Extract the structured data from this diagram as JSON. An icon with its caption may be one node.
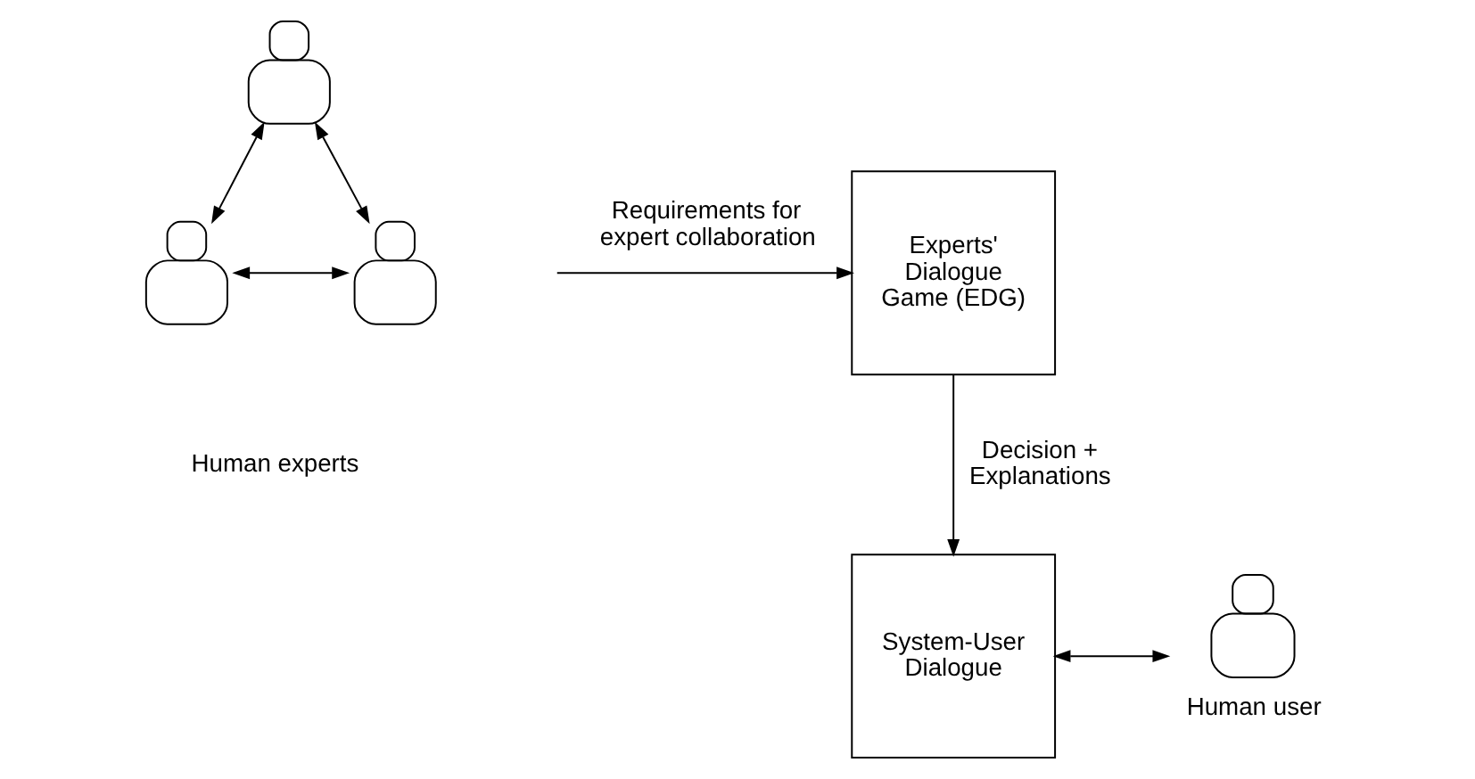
{
  "diagram": {
    "nodes": [
      {
        "text": [],
        "shape": "person"
      },
      {
        "text": [],
        "shape": "person"
      },
      {
        "text": [],
        "shape": "person"
      },
      {
        "text": [
          "Experts' Dialogue Game (EDG)"
        ]
      },
      {
        "text": [
          "System-User Dialogue"
        ]
      },
      {
        "text": [],
        "shape": "person",
        "beside": [
          "Human user"
        ]
      }
    ],
    "edges": [
      {
        "from": 0,
        "to": 1,
        "arrow": "both"
      },
      {
        "from": 0,
        "to": 2,
        "arrow": "both"
      },
      {
        "from": 1,
        "to": 2,
        "arrow": "both"
      },
      {
        "from": null,
        "to": 3,
        "arrow": "to",
        "label": "Requirements for expert collaboration"
      },
      {
        "from": 3,
        "to": 4,
        "arrow": "to",
        "label": "Decision + Explanations"
      },
      {
        "from": 4,
        "to": 5,
        "arrow": "both"
      }
    ],
    "labels": [
      "Human experts"
    ]
  }
}
